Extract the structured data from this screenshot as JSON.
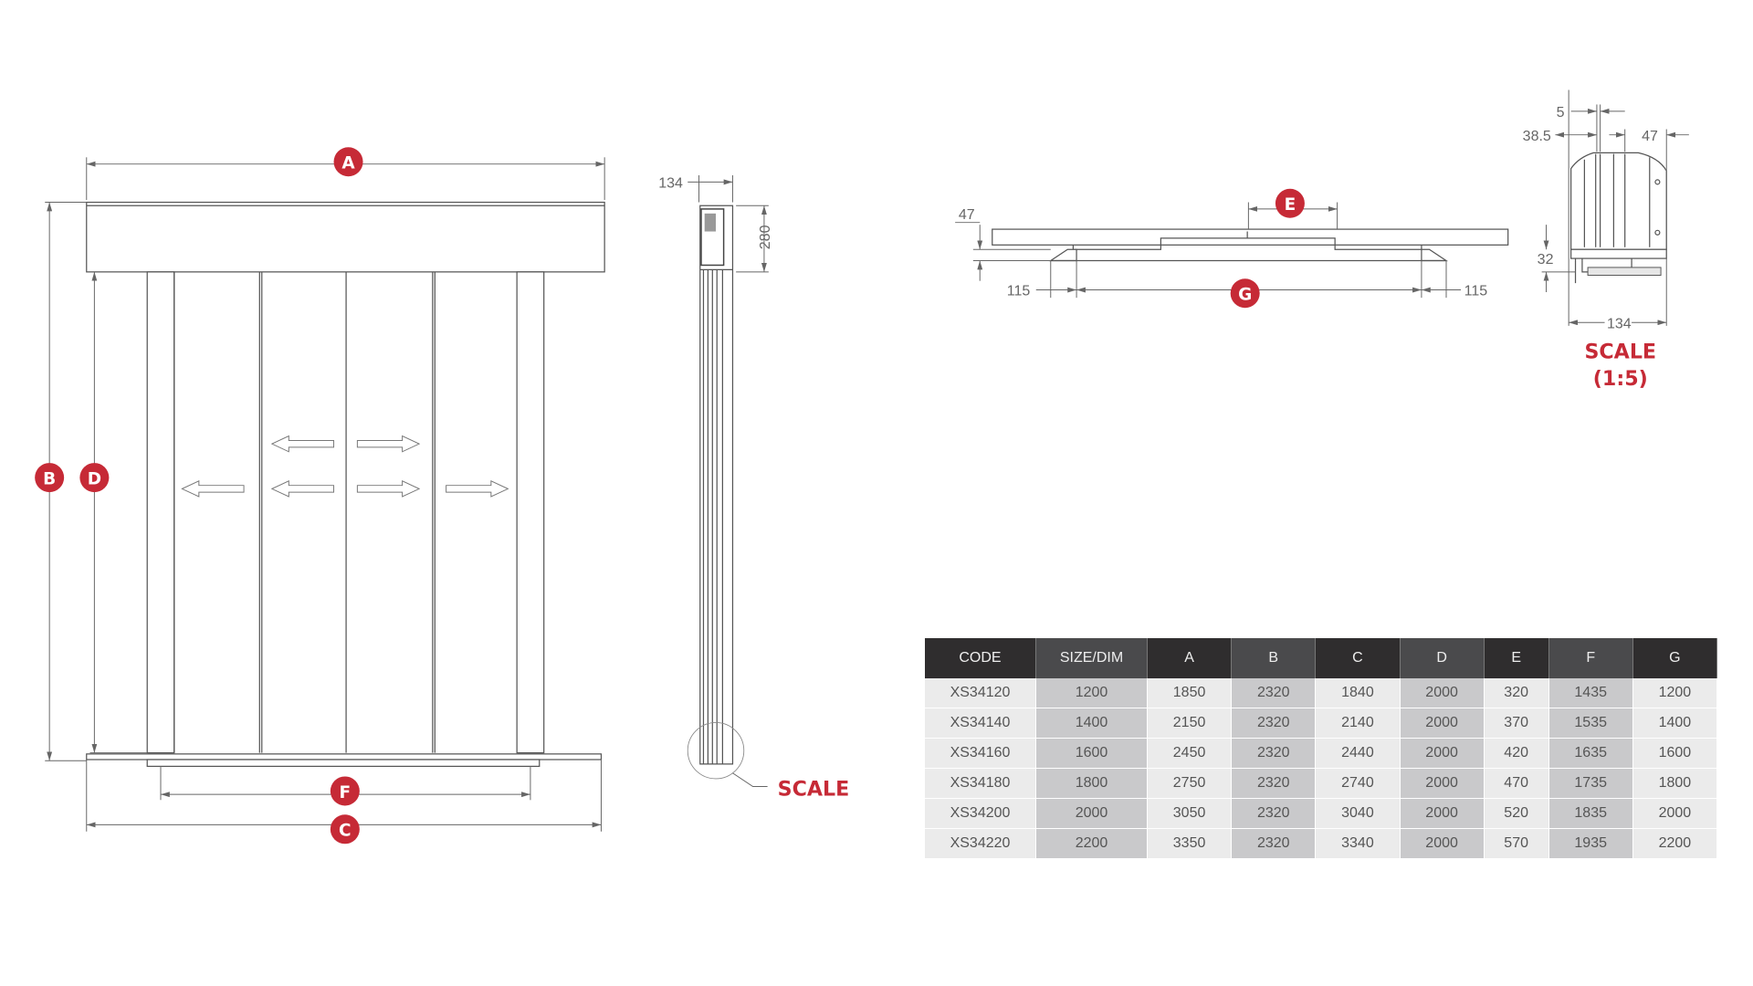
{
  "front_view": {
    "labels": {
      "A": "A",
      "B": "B",
      "C": "C",
      "D": "D",
      "F": "F"
    }
  },
  "side_view": {
    "dim_width": "134",
    "dim_height": "280",
    "scale_label": "SCALE"
  },
  "top_view": {
    "dim_47": "47",
    "dim_115_left": "115",
    "dim_115_right": "115",
    "labels": {
      "E": "E",
      "G": "G"
    }
  },
  "detail_view": {
    "dim_5": "5",
    "dim_38_5": "38.5",
    "dim_47": "47",
    "dim_32": "32",
    "dim_134": "134",
    "scale_label": "SCALE",
    "scale_ratio": "(1:5)"
  },
  "colors": {
    "accent": "#c62a36",
    "header_dark": "#2f2d2e",
    "header_mid": "#4a4a4c"
  },
  "table": {
    "headers": [
      "CODE",
      "SIZE/DIM",
      "A",
      "B",
      "C",
      "D",
      "E",
      "F",
      "G"
    ],
    "rows": [
      [
        "XS34120",
        "1200",
        "1850",
        "2320",
        "1840",
        "2000",
        "320",
        "1435",
        "1200"
      ],
      [
        "XS34140",
        "1400",
        "2150",
        "2320",
        "2140",
        "2000",
        "370",
        "1535",
        "1400"
      ],
      [
        "XS34160",
        "1600",
        "2450",
        "2320",
        "2440",
        "2000",
        "420",
        "1635",
        "1600"
      ],
      [
        "XS34180",
        "1800",
        "2750",
        "2320",
        "2740",
        "2000",
        "470",
        "1735",
        "1800"
      ],
      [
        "XS34200",
        "2000",
        "3050",
        "2320",
        "3040",
        "2000",
        "520",
        "1835",
        "2000"
      ],
      [
        "XS34220",
        "2200",
        "3350",
        "2320",
        "3340",
        "2000",
        "570",
        "1935",
        "2200"
      ]
    ]
  }
}
